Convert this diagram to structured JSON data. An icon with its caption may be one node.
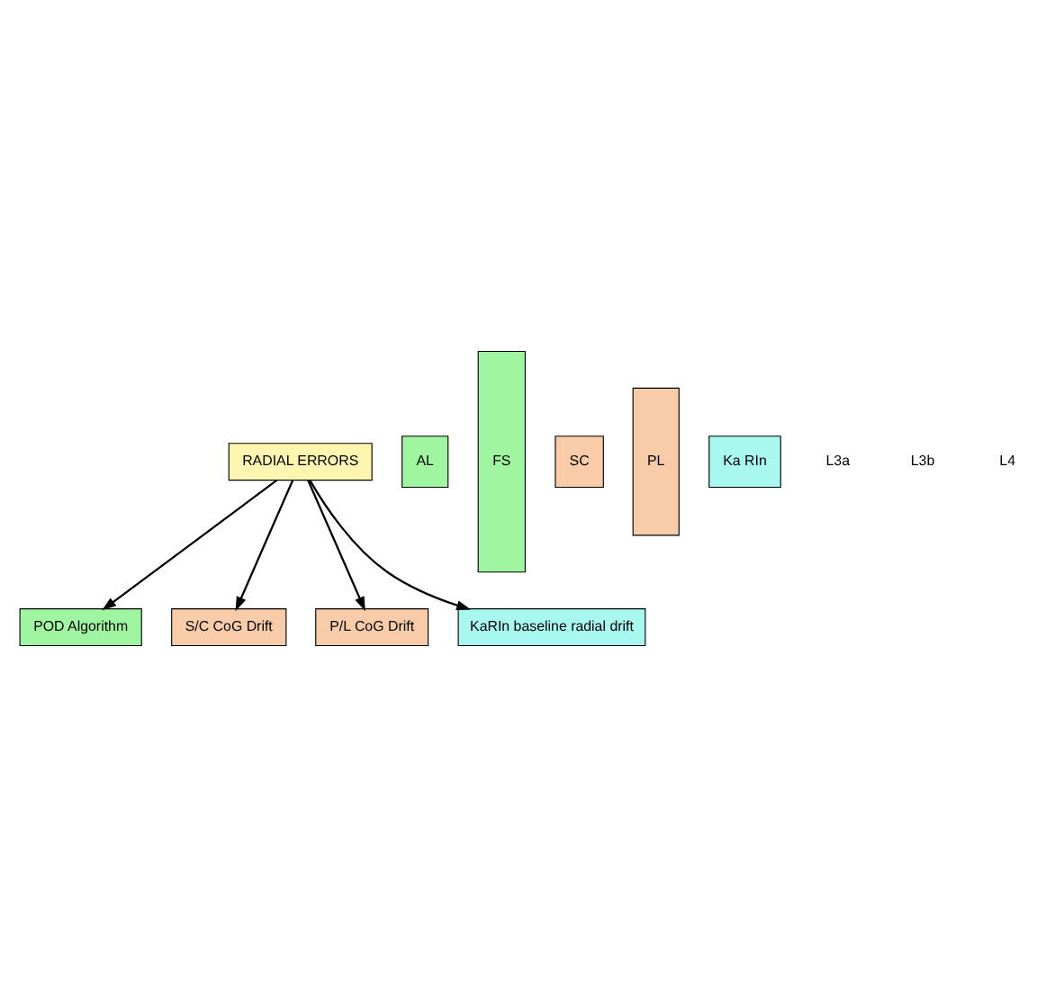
{
  "diagram": {
    "nodes": [
      {
        "text": [
          "RADIAL ERRORS"
        ]
      },
      {
        "text": [
          "AL"
        ]
      },
      {
        "text": [
          "POD Algorithm"
        ]
      },
      {
        "text": [
          "FS"
        ]
      },
      {
        "text": [
          "SC"
        ]
      },
      {
        "text": [
          "S/C CoG Drift"
        ]
      },
      {
        "text": [
          "PL"
        ]
      },
      {
        "text": [
          "P/L CoG Drift"
        ]
      },
      {
        "text": [
          "Ka RIn"
        ]
      },
      {
        "text": [
          "KaRIn baseline radial drift"
        ]
      }
    ],
    "edges": [
      {
        "from": 0,
        "to": 2,
        "arrow": "to"
      },
      {
        "from": 0,
        "to": 5,
        "arrow": "to"
      },
      {
        "from": 0,
        "to": 7,
        "arrow": "to"
      },
      {
        "from": 0,
        "to": 9,
        "arrow": "to"
      }
    ],
    "labels": [
      "L3a",
      "L3b",
      "L4"
    ]
  }
}
